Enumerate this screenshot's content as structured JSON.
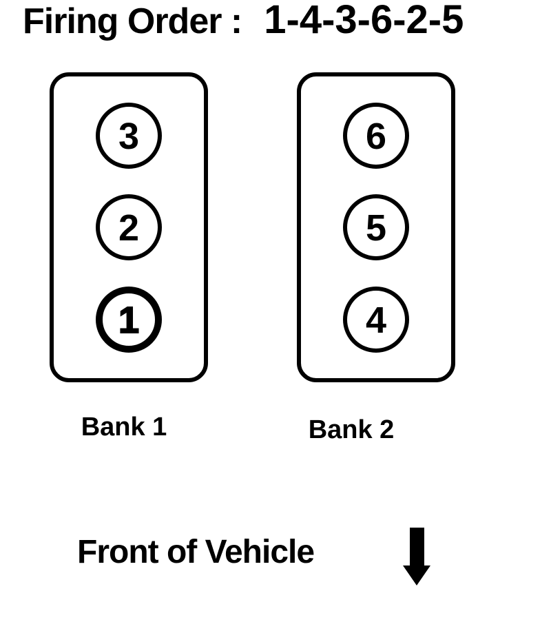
{
  "title": {
    "label": "Firing Order :",
    "value": "1-4-3-6-2-5"
  },
  "banks": [
    {
      "label": "Bank 1",
      "cylinders": [
        {
          "number": "3",
          "emphasized": false
        },
        {
          "number": "2",
          "emphasized": false
        },
        {
          "number": "1",
          "emphasized": true
        }
      ]
    },
    {
      "label": "Bank 2",
      "cylinders": [
        {
          "number": "6",
          "emphasized": false
        },
        {
          "number": "5",
          "emphasized": false
        },
        {
          "number": "4",
          "emphasized": false
        }
      ]
    }
  ],
  "front_of_vehicle": {
    "label": "Front of Vehicle",
    "direction_icon": "down-arrow"
  },
  "colors": {
    "ink": "#000000",
    "background": "#ffffff"
  }
}
